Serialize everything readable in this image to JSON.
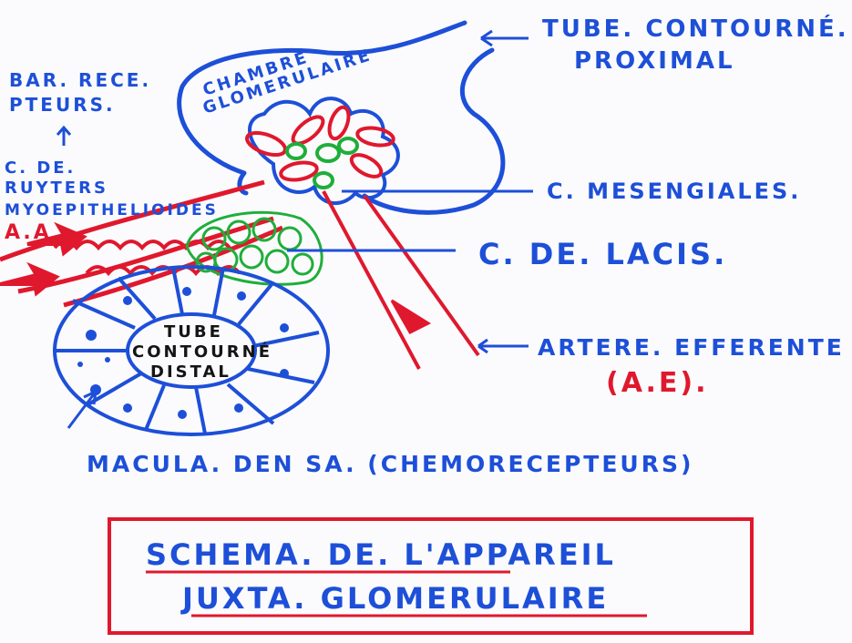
{
  "labels": {
    "tube_proximal_line1": "TUBE. CONTOURNÉ.",
    "tube_proximal_line2": "PROXIMAL",
    "chambre_line1": "CHAMBRE",
    "chambre_line2": "GLOMERULAIRE",
    "baro_line1": "BAR. RECE.",
    "baro_line2": "PTEURS.",
    "ruyter_line1": "C. DE.",
    "ruyter_line2": "RUYTERS",
    "myo": "MYOEPITHELIOIDES",
    "aa": "A.A",
    "mesangiales": "C. MESENGIALES.",
    "lacis": "C. DE. LACIS.",
    "tube_distal_line1": "TUBE",
    "tube_distal_line2": "CONTOURNÉ",
    "tube_distal_line3": "DISTAL",
    "arteriole_efferente": "ARTERE. EFFERENTE",
    "ae_abbrev": "(A.E).",
    "macula": "MACULA. DEN SA. (CHEMORECEPTEURS)",
    "title_line1": "SCHEMA. DE. L'APPAREIL",
    "title_line2": "JUXTA. GLOMERULAIRE"
  },
  "colors": {
    "blue_ink": "#1d4fd8",
    "red_ink": "#e0182d",
    "green_ink": "#1fae3a",
    "black_ink": "#141414"
  }
}
